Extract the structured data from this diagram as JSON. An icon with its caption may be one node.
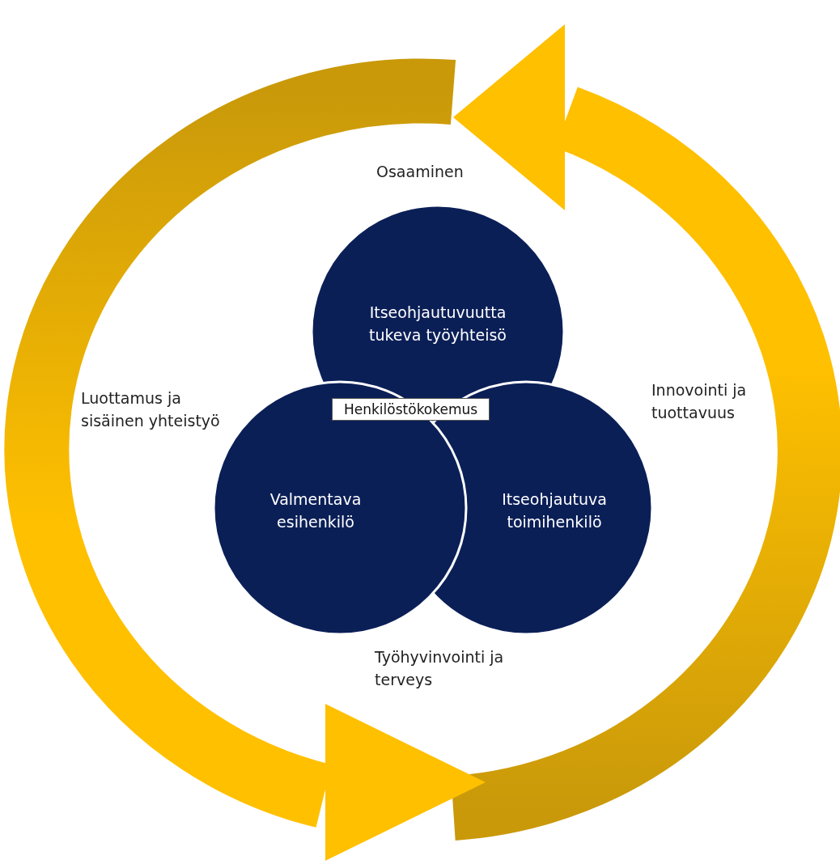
{
  "diagram": {
    "nodes": [
      {
        "text": [
          "Itseohjautuvuutta tukeva työyhteisö"
        ]
      },
      {
        "text": [
          "Valmentava esihenkilö"
        ]
      },
      {
        "text": [
          "Itseohjautuva toimihenkilö"
        ]
      },
      {
        "text": [
          "Henkilöstökokemus"
        ]
      }
    ],
    "edges": [],
    "labels": [
      "Osaaminen",
      "Luottamus ja sisäinen yhteistyö",
      "Innovointi ja tuottavuus",
      "Työhyvinvointi ja terveys"
    ]
  }
}
